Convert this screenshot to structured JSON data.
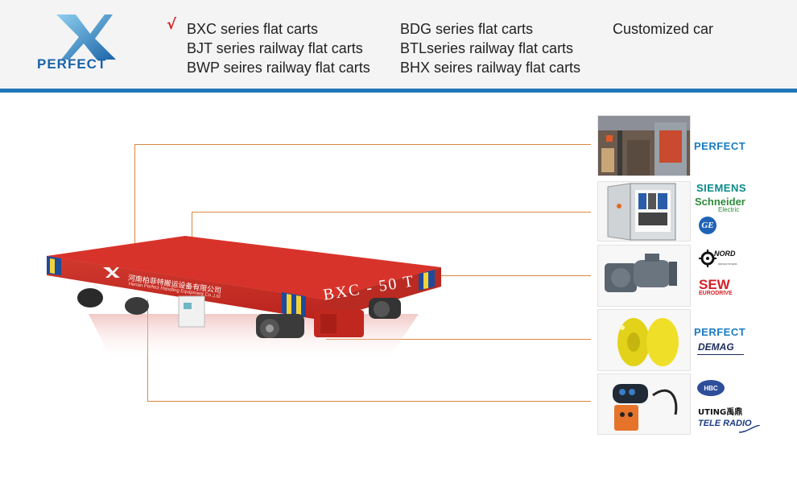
{
  "brand": {
    "name": "PERFECT"
  },
  "nav": {
    "selected_mark": "√",
    "col1": [
      "BXC series flat carts",
      "BJT series railway flat carts",
      "BWP seires railway flat carts"
    ],
    "col2": [
      "BDG series flat carts",
      "BTLseries railway flat carts",
      "BHX seires railway flat carts"
    ],
    "col3": [
      "Customized  car"
    ]
  },
  "cart": {
    "model": "BXC - 50 T",
    "company_cn": "河南柏菲特搬运设备有限公司",
    "company_en": "Henan Perfect Handling Equipment Co.,Ltd"
  },
  "components": [
    {
      "name": "frame",
      "brands": [
        "PERFECT"
      ]
    },
    {
      "name": "electric-cabinet",
      "brands": [
        "SIEMENS",
        "Schneider",
        "Electric",
        "GE"
      ]
    },
    {
      "name": "gear-motor",
      "brands": [
        "NORD",
        "DRIVESYSTEMS",
        "SEW",
        "EURODRIVE"
      ]
    },
    {
      "name": "wheel",
      "brands": [
        "PERFECT",
        "DEMAG"
      ]
    },
    {
      "name": "remote-control",
      "brands": [
        "HBC",
        "UTING禹鼎",
        "TELE RADIO"
      ]
    }
  ],
  "colors": {
    "accent_blue": "#1f78b8",
    "cart_red": "#d8332a",
    "connector": "#d9883d",
    "check": "#d81e1e"
  }
}
